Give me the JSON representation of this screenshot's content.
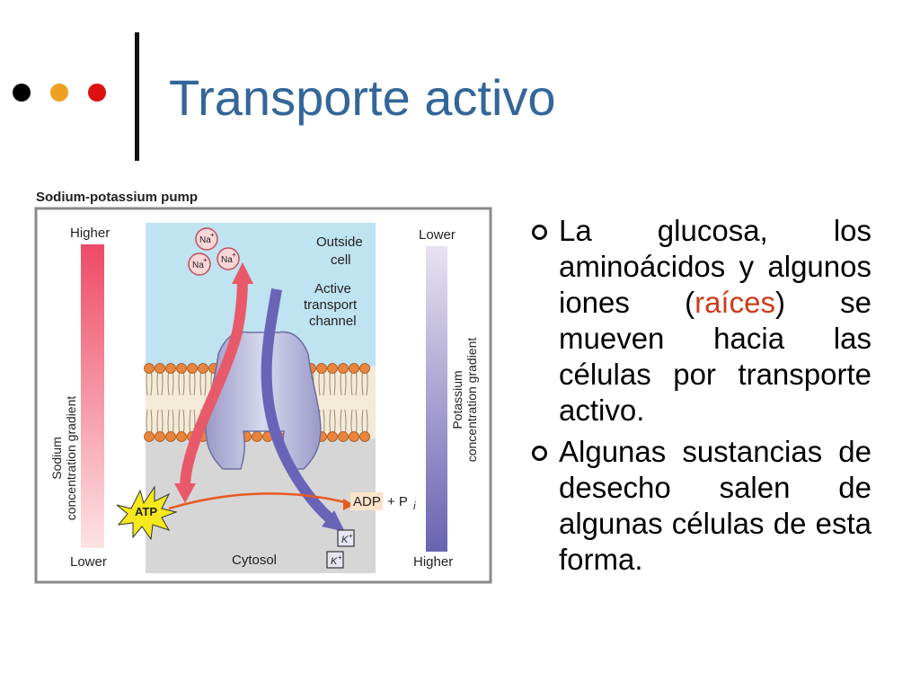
{
  "slide": {
    "title": "Transporte activo",
    "dot_colors": [
      "#000000",
      "#f0a020",
      "#dd1111"
    ]
  },
  "figure": {
    "heading": "Sodium-potassium pump",
    "left_gradient": {
      "top": "Higher",
      "bottom": "Lower",
      "label_line1": "Sodium",
      "label_line2": "concentration gradient"
    },
    "right_gradient": {
      "top": "Lower",
      "bottom": "Higher",
      "label_line1": "Potassium",
      "label_line2": "concentration gradient"
    },
    "outside_cell": "Outside\ncell",
    "outside_line1": "Outside",
    "outside_line2": "cell",
    "channel_line1": "Active",
    "channel_line2": "transport",
    "channel_line3": "channel",
    "cytosol": "Cytosol",
    "atp": "ATP",
    "adp": "ADP",
    "pi": "+ P",
    "pi_sub": "i",
    "na_ion": "Na",
    "k_ion": "K",
    "ion_charge": "+"
  },
  "bullets": [
    {
      "prefix": "La glucosa, los aminoácidos y algunos iones (",
      "highlight": "raíces",
      "suffix": ") se mueven hacia las células por transporte activo."
    },
    {
      "text": "Algunas sustancias de desecho salen de algunas células de esta forma."
    }
  ]
}
